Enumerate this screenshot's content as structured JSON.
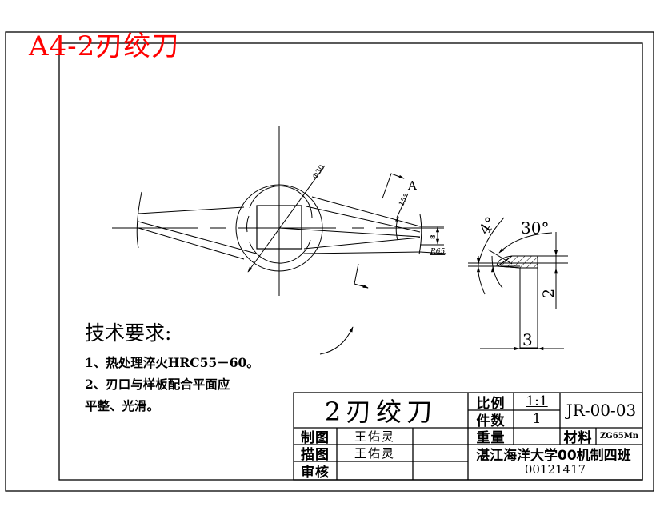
{
  "sheet": {
    "heading": "A4-2刃绞刀",
    "heading_color": "#ff0000",
    "line_color": "#000000"
  },
  "main_view": {
    "dimensions": {
      "diameter": "Φ30",
      "angle": "15°",
      "width": "8",
      "radius": "R65"
    },
    "section_marker": "A"
  },
  "section_view": {
    "dimensions": {
      "angle_small": "4°",
      "angle_large": "30°",
      "height": "2",
      "width": "3"
    }
  },
  "technical_requirements": {
    "title": "技术要求:",
    "lines": [
      "1、热处理淬火HRC55－60。",
      "2、刃口与样板配合平面应",
      "平整、光滑。"
    ]
  },
  "title_block": {
    "part_name": "2刃绞刀",
    "rows": [
      {
        "label": "制图",
        "name": "王佑灵",
        "extra": ""
      },
      {
        "label": "描图",
        "name": "王佑灵",
        "extra": ""
      },
      {
        "label": "审核",
        "name": "",
        "extra": ""
      }
    ],
    "scale_label": "比例",
    "scale_value": "1:1",
    "quantity_label": "件数",
    "quantity_value": "1",
    "weight_label": "重量",
    "weight_value": "",
    "drawing_number": "JR-00-03",
    "material_label": "材料",
    "material_value": "ZG65Mn",
    "school": "湛江海洋大学00机制四班",
    "student_id": "00121417"
  }
}
